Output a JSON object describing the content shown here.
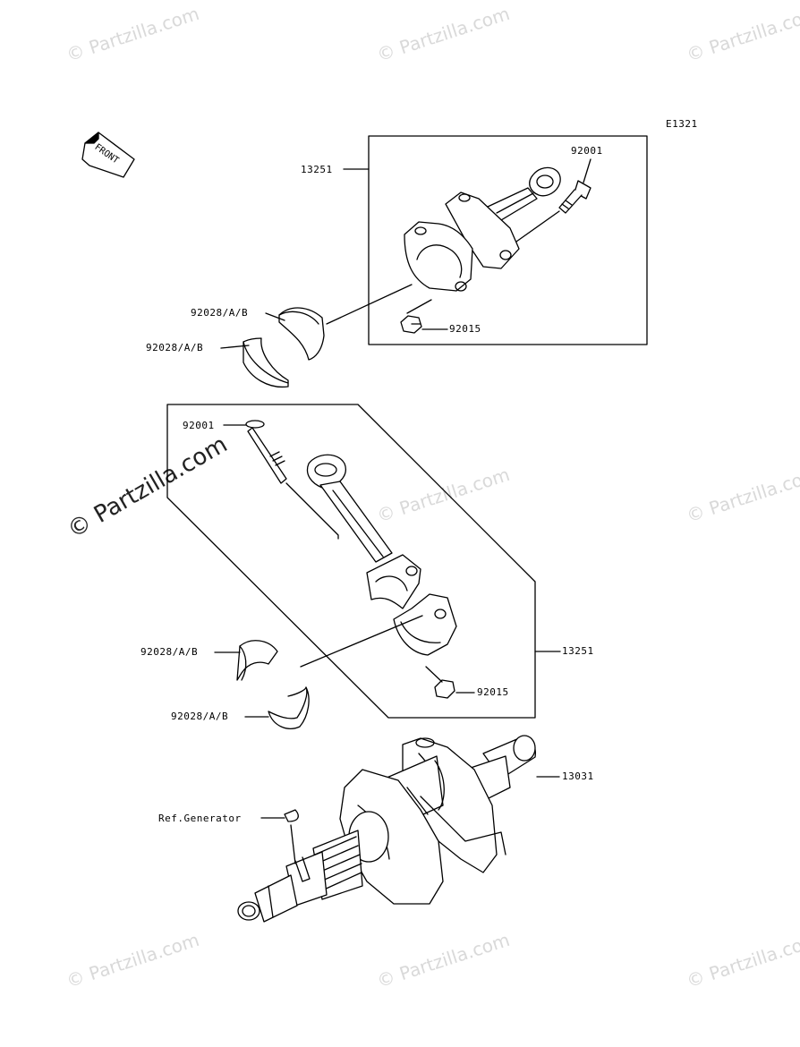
{
  "diagram_code": "E1321",
  "front_label": "FRONT",
  "watermark": "© Partzilla.com",
  "labels": {
    "conrod_top": "13251",
    "bolt_top": "92001",
    "nut_top": "92015",
    "bearing_top_1": "92028/A/B",
    "bearing_top_2": "92028/A/B",
    "bolt_mid": "92001",
    "conrod_mid": "13251",
    "bearing_mid_1": "92028/A/B",
    "bearing_mid_2": "92028/A/B",
    "nut_mid": "92015",
    "crankshaft": "13031",
    "ref_generator": "Ref.Generator"
  }
}
